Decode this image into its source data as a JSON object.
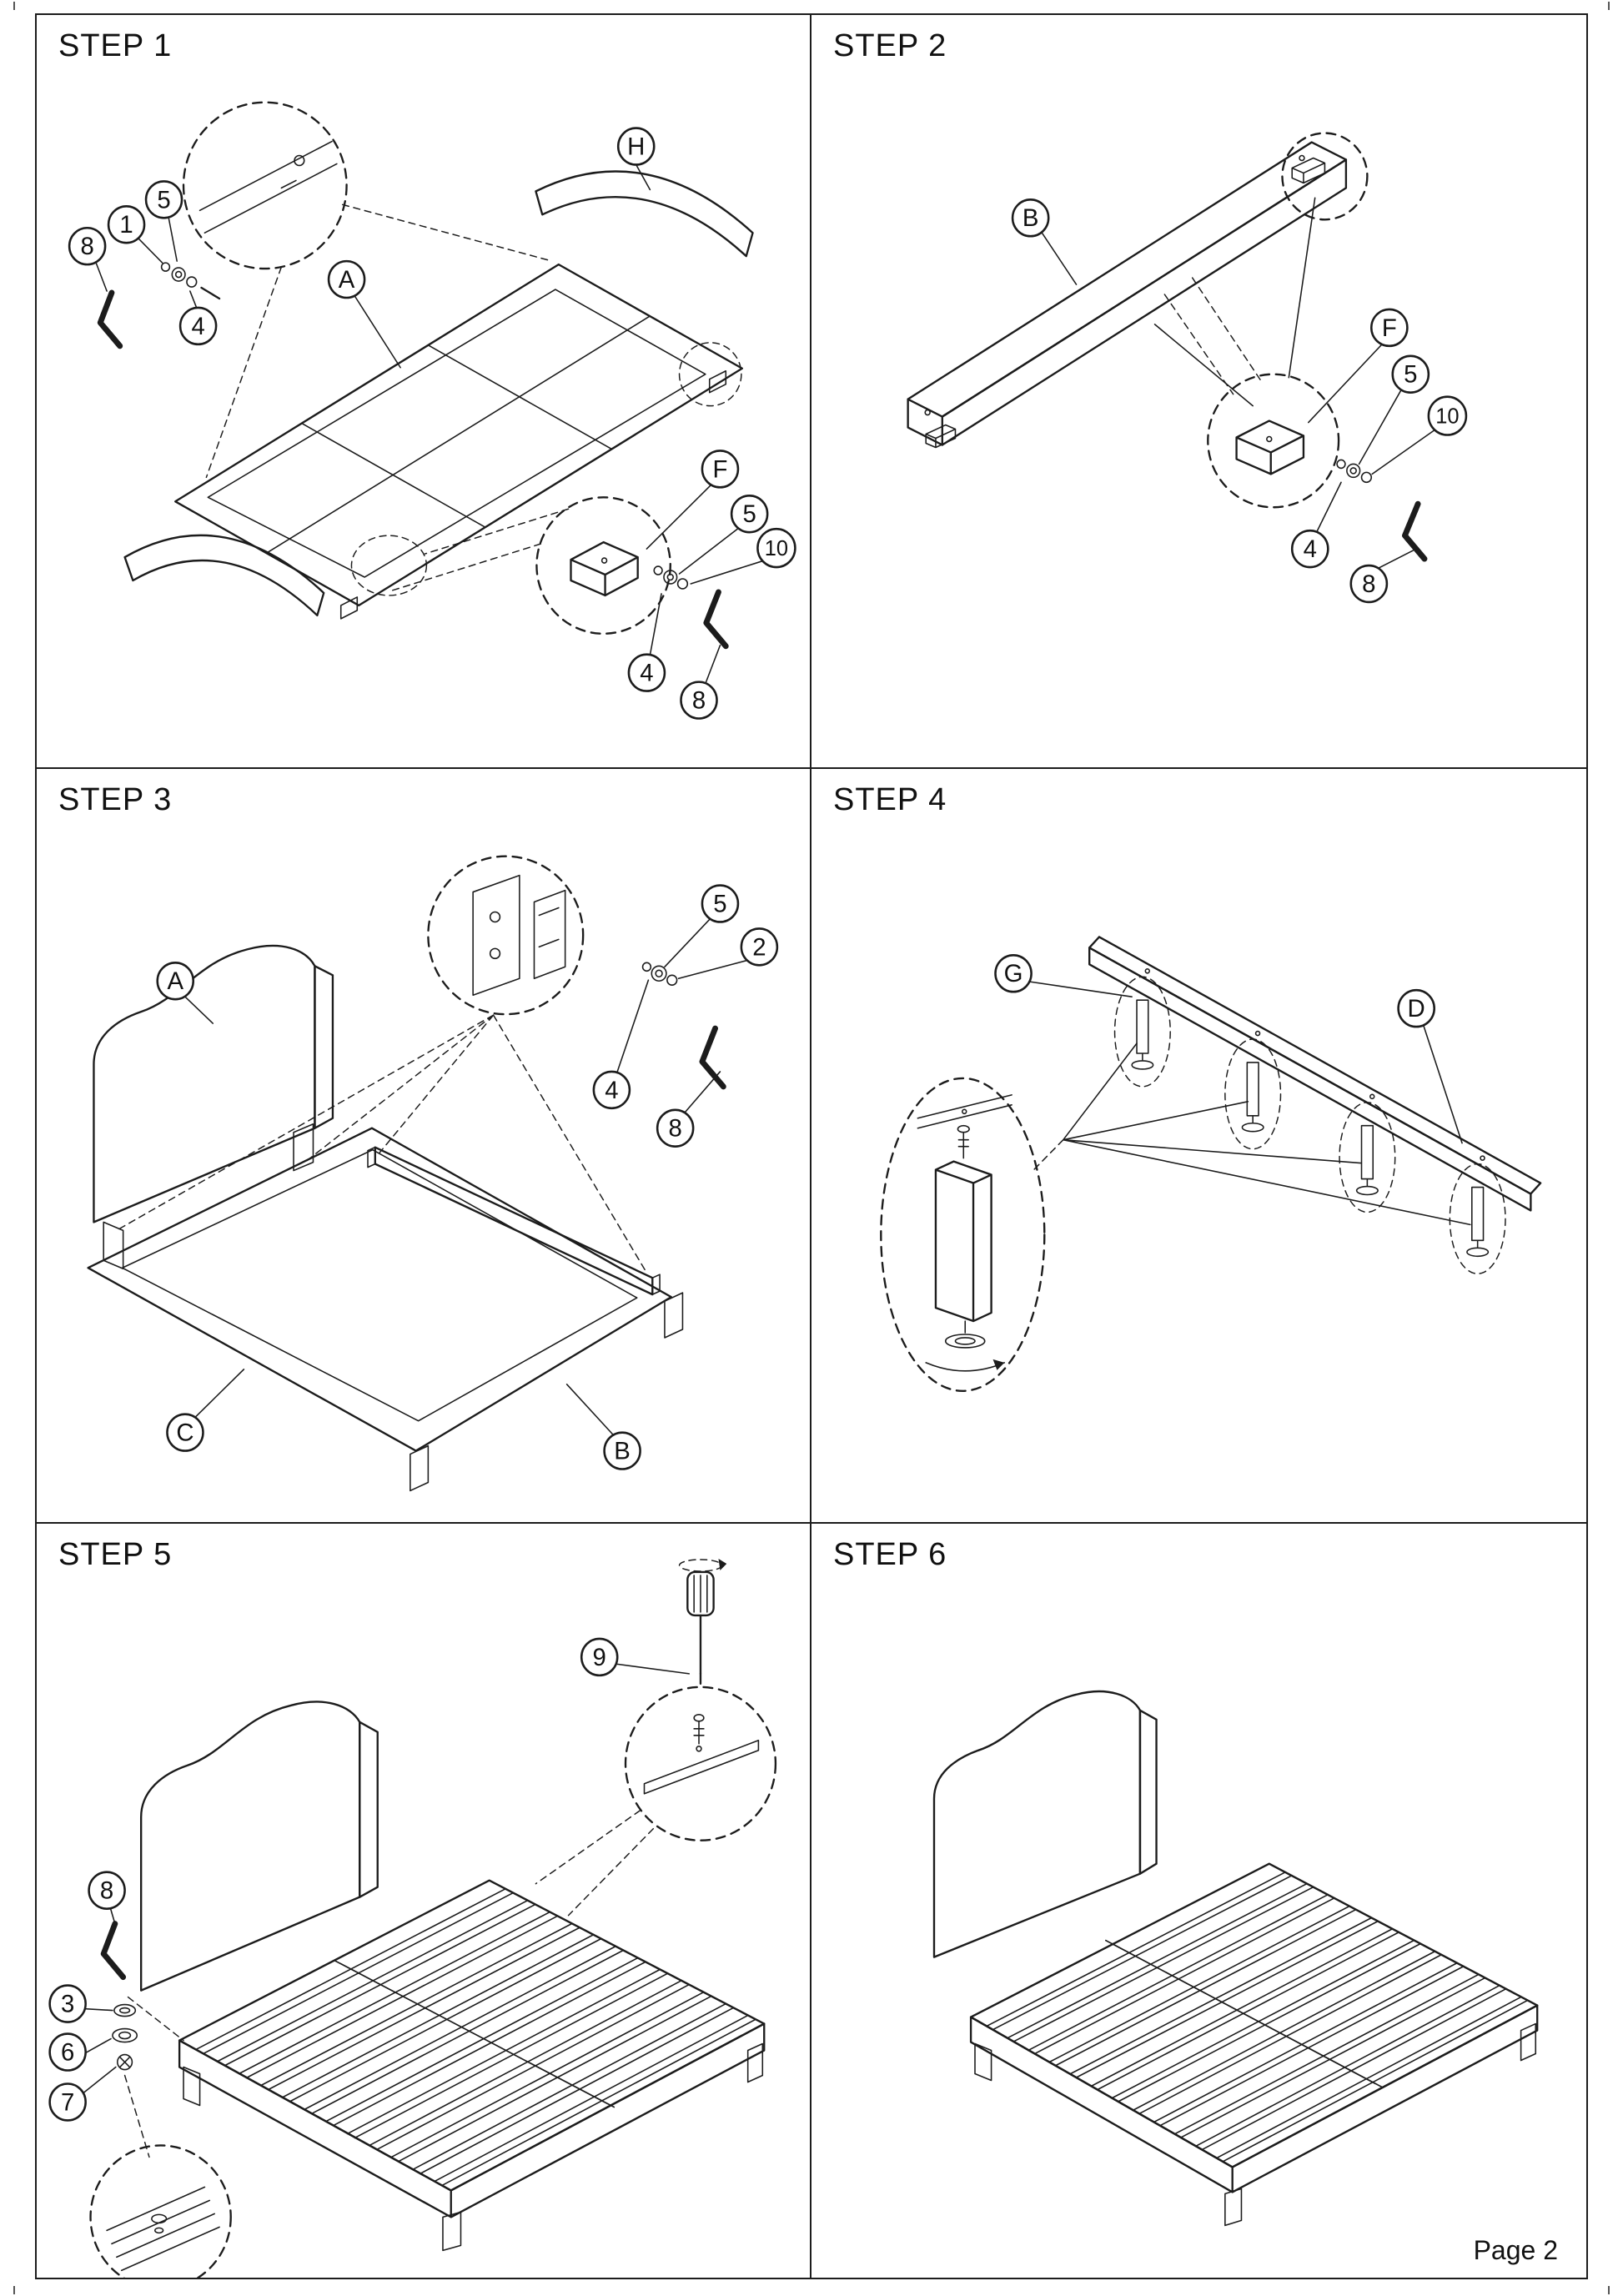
{
  "page": {
    "footer": "Page 2"
  },
  "steps": [
    {
      "title": "STEP 1",
      "callouts": [
        "8",
        "1",
        "5",
        "4",
        "A",
        "H",
        "F",
        "5",
        "10",
        "4",
        "8"
      ]
    },
    {
      "title": "STEP 2",
      "callouts": [
        "B",
        "F",
        "5",
        "10",
        "4",
        "8"
      ]
    },
    {
      "title": "STEP 3",
      "callouts": [
        "A",
        "5",
        "2",
        "4",
        "8",
        "C",
        "B"
      ]
    },
    {
      "title": "STEP 4",
      "callouts": [
        "G",
        "D"
      ]
    },
    {
      "title": "STEP 5",
      "callouts": [
        "9",
        "8",
        "3",
        "6",
        "7"
      ]
    },
    {
      "title": "STEP 6",
      "callouts": []
    }
  ]
}
